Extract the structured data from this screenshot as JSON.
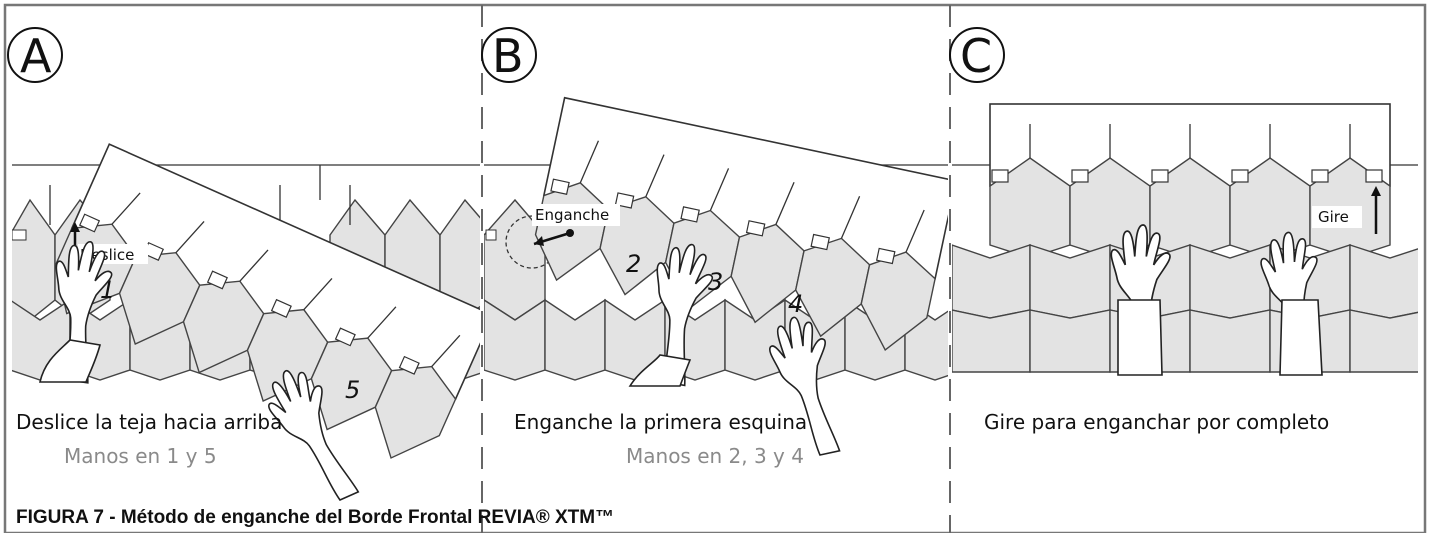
{
  "figure_title": "FIGURA 7 - Método de enganche del Borde Frontal REVIA® XTM™",
  "panels": [
    {
      "letter": "A",
      "caption": "Deslice la teja hacia arriba",
      "sub": "Manos en 1 y 5",
      "labels": {
        "action": "Deslice",
        "n1": "1",
        "n5": "5"
      }
    },
    {
      "letter": "B",
      "caption": "Enganche la primera esquina",
      "sub": "Manos en 2, 3 y 4",
      "labels": {
        "action": "Enganche",
        "n2": "2",
        "n3": "3",
        "n4": "4"
      }
    },
    {
      "letter": "C",
      "caption": "Gire para enganchar por completo",
      "sub": "",
      "labels": {
        "action": "Gire"
      }
    }
  ],
  "colors": {
    "shingle": "#e3e3e3",
    "frame": "#777777",
    "text": "#111111",
    "sub_text": "#8a8a8a"
  }
}
